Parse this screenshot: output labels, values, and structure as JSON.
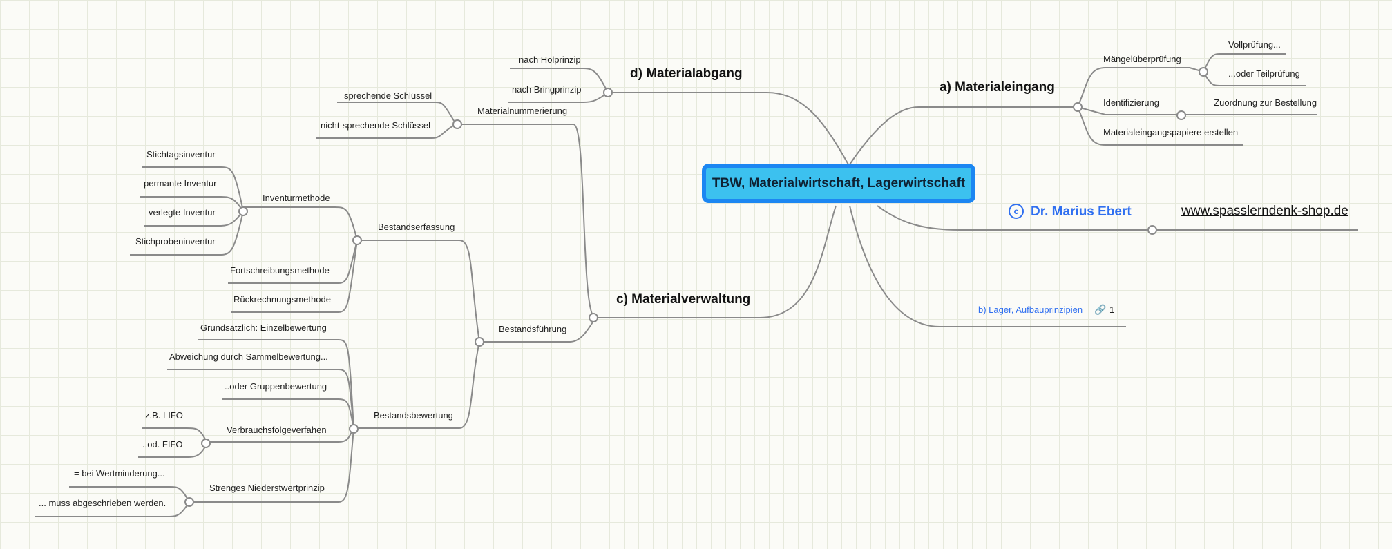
{
  "root": "TBW, Materialwirtschaft, Lagerwirtschaft",
  "branches": {
    "a": "a) Materialeingang",
    "b": "b) Lager, Aufbauprinzipien",
    "b_count": "1",
    "c": "c) Materialverwaltung",
    "d": "d) Materialabgang"
  },
  "materialeingang": {
    "maengel": "Mängelüberprüfung",
    "voll": "Vollprüfung...",
    "teil": "...oder Teilprüfung",
    "ident": "Identifizierung",
    "zuordnung": "= Zuordnung zur Bestellung",
    "papiere": "Materialeingangspapiere erstellen"
  },
  "materialabgang": {
    "hol": "nach Holprinzip",
    "bring": "nach Bringprinzip"
  },
  "materialverwaltung": {
    "nummerierung": "Materialnummerierung",
    "sprechend": "sprechende Schlüssel",
    "nichtsprechend": "nicht-sprechende Schlüssel",
    "fuehrung": "Bestandsführung",
    "erfassung": "Bestandserfassung",
    "inventurmethode": "Inventurmethode",
    "stichtag": "Stichtagsinventur",
    "permanent": "permante Inventur",
    "verlegt": "verlegte Inventur",
    "stichprobe": "Stichprobeninventur",
    "fortschreibung": "Fortschreibungsmethode",
    "rueckrechnung": "Rückrechnungsmethode",
    "bewertung": "Bestandsbewertung",
    "einzel": "Grundsätzlich: Einzelbewertung",
    "sammel": "Abweichung durch Sammelbewertung...",
    "gruppen": "..oder Gruppenbewertung",
    "verbrauch": "Verbrauchsfolgeverfahen",
    "lifo": "z.B. LIFO",
    "fifo": "..od. FIFO",
    "niederst": "Strenges Niederstwertprinzip",
    "wertminderung": "= bei Wertminderung...",
    "abgeschrieben": "... muss abgeschrieben werden."
  },
  "footer": {
    "author": "Dr. Marius Ebert",
    "copyright_icon": "copyright-icon",
    "url": "www.spasslerndenk-shop.de",
    "link_icon": "link-icon"
  },
  "colors": {
    "root_fill": "#3cc1ef",
    "root_border": "#1c86f2",
    "accent_blue": "#2f6ff0",
    "line": "#8a8a8a"
  }
}
